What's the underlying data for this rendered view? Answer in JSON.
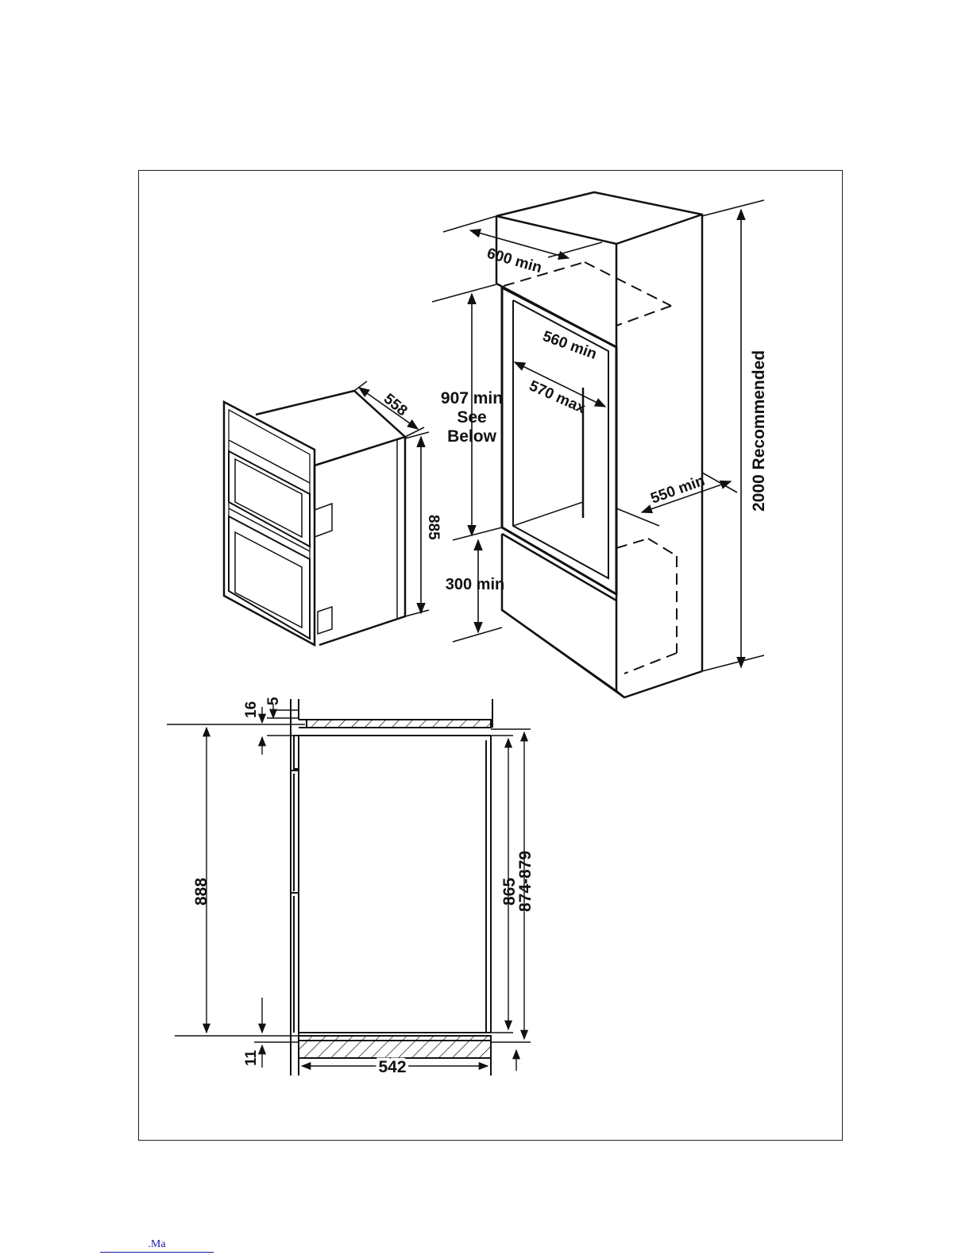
{
  "diagram": {
    "labels": {
      "cabinet_width": "600 min",
      "opening_height": "907 min",
      "opening_height_note_1": "See",
      "opening_height_note_2": "Below",
      "inner_depth": "560 min",
      "inner_width": "570 max",
      "cabinet_depth": "550 min",
      "total_height": "2000 Recommended",
      "base_height": "300 min",
      "oven_depth": "558",
      "oven_height": "885"
    },
    "section": {
      "top_gap": "16",
      "top_step": "5",
      "overall_height": "888",
      "inner_height": "865",
      "range_height": "874-879",
      "bottom_gap": "11",
      "inner_depth": "542"
    }
  },
  "footer": {
    "link_text": ".Ma"
  },
  "colors": {
    "line": "#111111",
    "frame": "#222222",
    "link": "#1a1aa6"
  }
}
